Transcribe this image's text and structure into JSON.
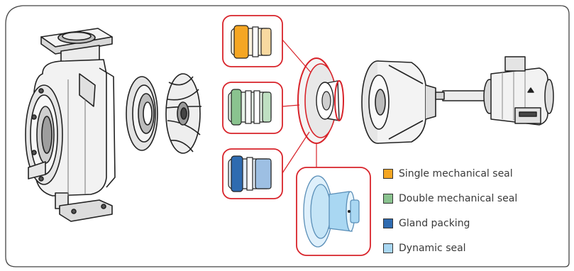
{
  "diagram": {
    "components": [
      {
        "name": "pump-casing"
      },
      {
        "name": "wear-ring"
      },
      {
        "name": "impeller"
      },
      {
        "name": "seal-cover"
      },
      {
        "name": "bearing-bracket"
      },
      {
        "name": "motor-shaft-assembly"
      }
    ],
    "seal_options": [
      {
        "key": "single-mechanical-seal",
        "color": "#f5a623"
      },
      {
        "key": "double-mechanical-seal",
        "color": "#8ac38f"
      },
      {
        "key": "gland-packing",
        "color": "#2f6bb0"
      },
      {
        "key": "dynamic-seal",
        "color": "#a9d7f2"
      }
    ],
    "highlight_color": "#d8232a"
  },
  "legend": {
    "items": [
      {
        "label": "Single mechanical seal",
        "color": "#f5a623"
      },
      {
        "label": "Double mechanical seal",
        "color": "#8ac38f"
      },
      {
        "label": "Gland packing",
        "color": "#2f6bb0"
      },
      {
        "label": "Dynamic seal",
        "color": "#a9d7f2"
      }
    ]
  }
}
